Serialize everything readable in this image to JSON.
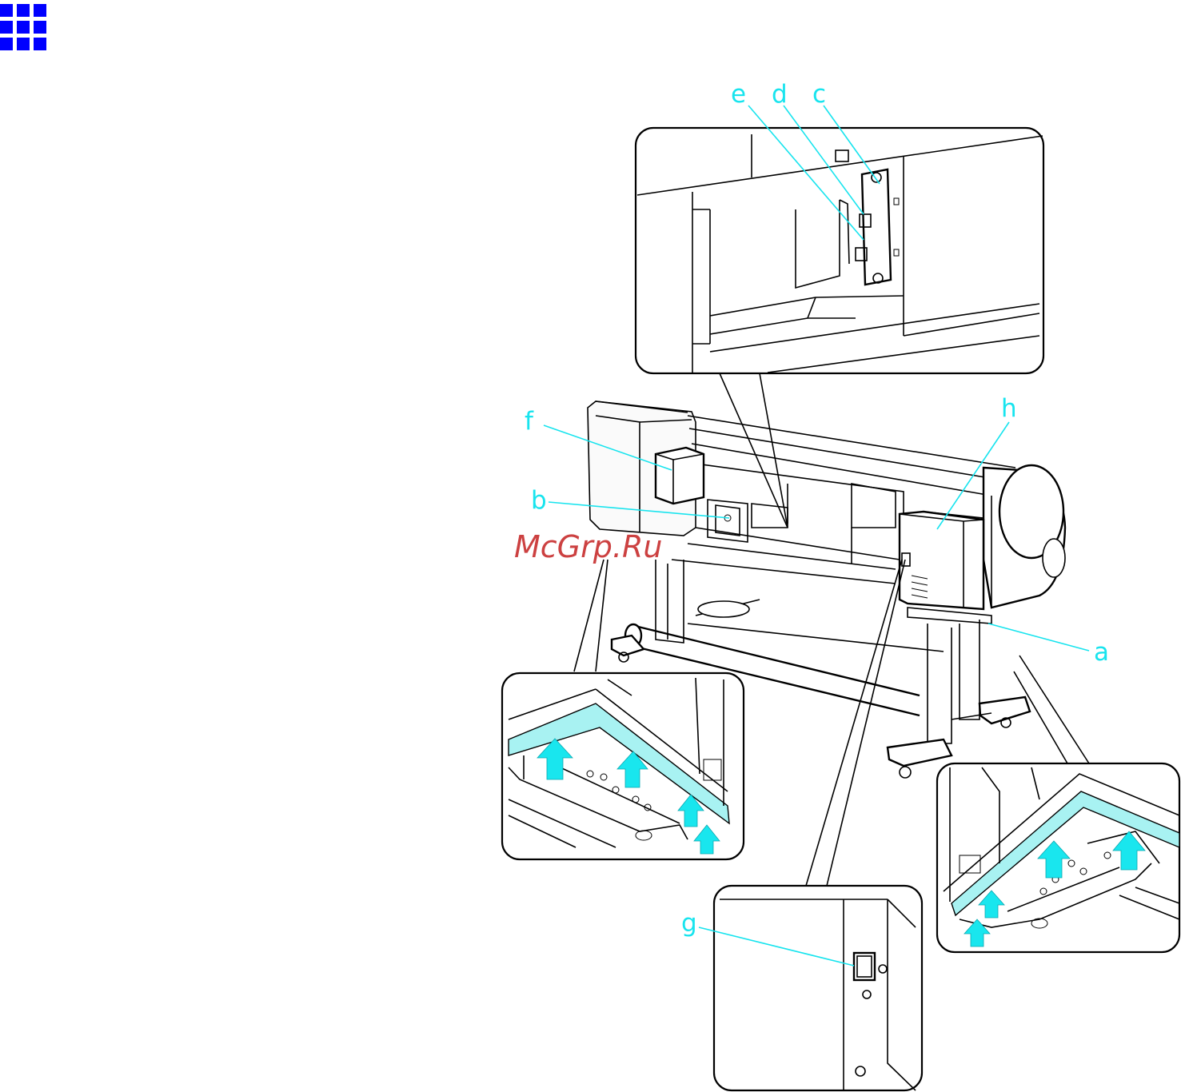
{
  "labels": {
    "a": "a",
    "b": "b",
    "c": "c",
    "d": "d",
    "e": "e",
    "f": "f",
    "g": "g",
    "h": "h"
  },
  "watermark": "McGrp.Ru",
  "colors": {
    "callout": "#18e4ee",
    "highlight": "#a8f2f2",
    "nav_icon": "#0000ff",
    "watermark": "#c42020"
  },
  "icons": {
    "nav": "grid-menu-icon"
  }
}
